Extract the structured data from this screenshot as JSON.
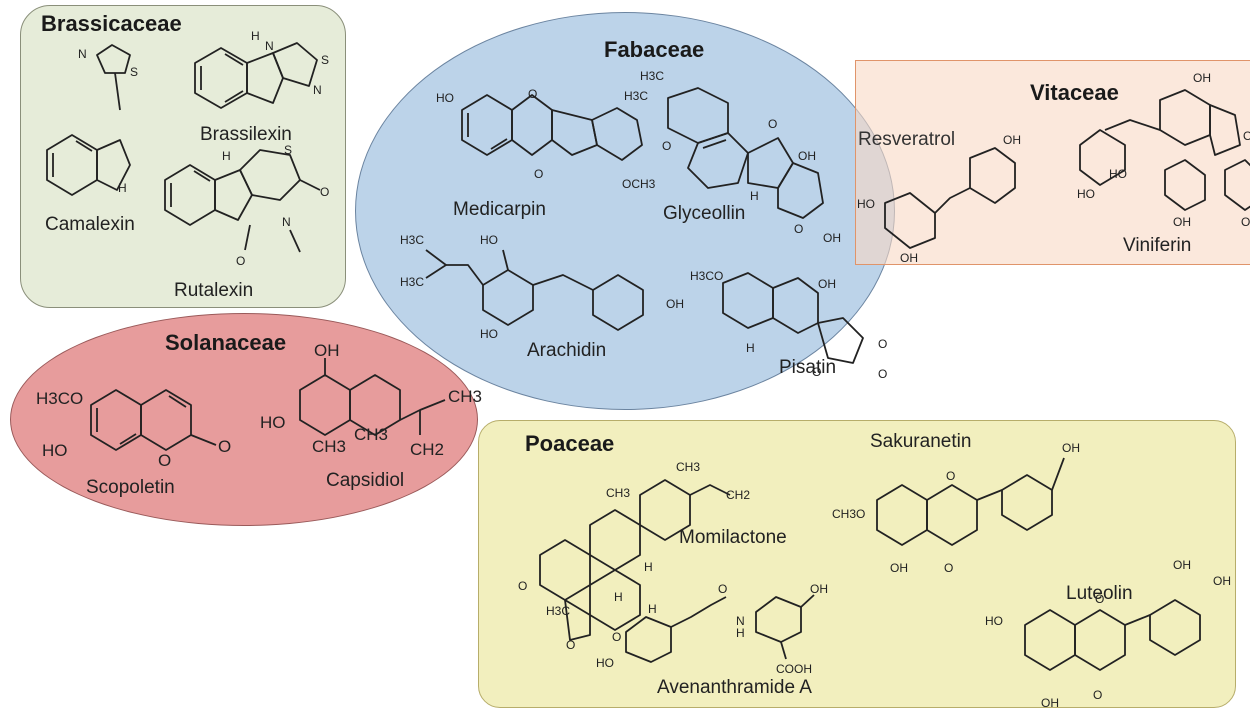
{
  "families": [
    {
      "name": "Brassicaceae",
      "color": "#e6ecd9",
      "compounds": [
        "Brassilexin",
        "Camalexin",
        "Rutalexin"
      ]
    },
    {
      "name": "Fabaceae",
      "color": "#bcd3e9",
      "compounds": [
        "Medicarpin",
        "Glyceollin",
        "Arachidin",
        "Pisatin"
      ]
    },
    {
      "name": "Vitaceae",
      "color": "#f8e4d6",
      "compounds": [
        "Resveratrol",
        "Viniferin"
      ]
    },
    {
      "name": "Solanaceae",
      "color": "#e79c9c",
      "compounds": [
        "Scopoletin",
        "Capsidiol"
      ]
    },
    {
      "name": "Poaceae",
      "color": "#f2efbe",
      "compounds": [
        "Sakuranetin",
        "Momilactone",
        "Luteolin",
        "Avenanthramide A"
      ]
    }
  ],
  "atom_labels": {
    "oh": "OH",
    "ho": "HO",
    "o": "O",
    "n": "N",
    "s": "S",
    "h": "H",
    "nh": "N\nH",
    "h3c": "H3C",
    "ch3": "CH3",
    "ch2": "CH2",
    "och3": "OCH3",
    "h3co": "H3CO",
    "cooh": "COOH",
    "ch3o": "CH3O"
  }
}
